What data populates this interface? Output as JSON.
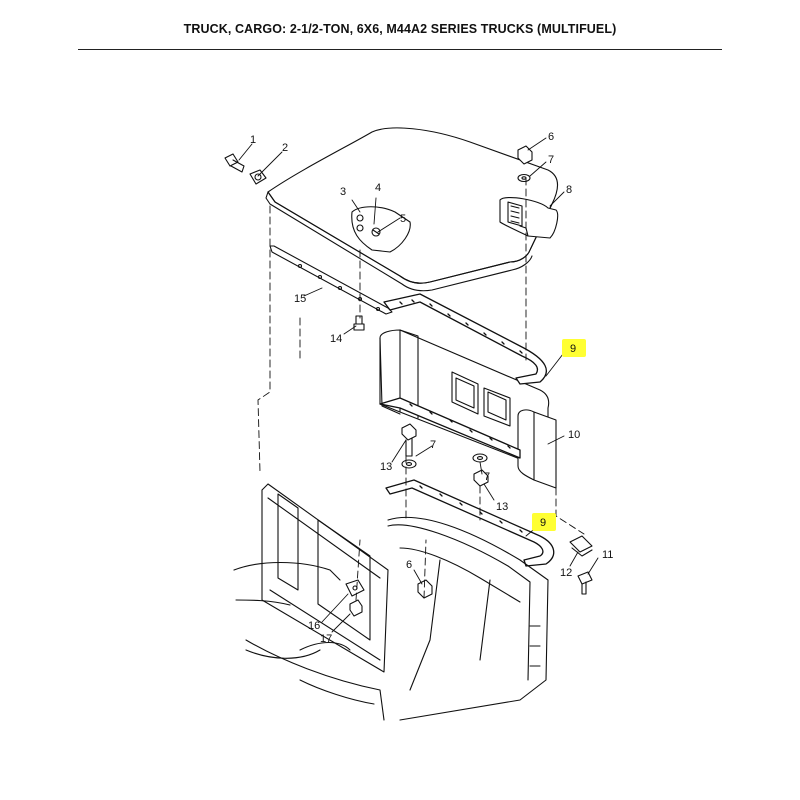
{
  "header": {
    "title": "TRUCK, CARGO: 2-1/2-TON, 6X6, M44A2 SERIES TRUCKS (MULTIFUEL)"
  },
  "highlight_color": "#ffff33",
  "callouts": [
    {
      "id": "c1",
      "label": "1"
    },
    {
      "id": "c2",
      "label": "2"
    },
    {
      "id": "c3",
      "label": "3"
    },
    {
      "id": "c4",
      "label": "4"
    },
    {
      "id": "c5",
      "label": "5"
    },
    {
      "id": "c6a",
      "label": "6"
    },
    {
      "id": "c7a",
      "label": "7"
    },
    {
      "id": "c8",
      "label": "8"
    },
    {
      "id": "c9a",
      "label": "9",
      "highlighted": true
    },
    {
      "id": "c10",
      "label": "10"
    },
    {
      "id": "c7b",
      "label": "7"
    },
    {
      "id": "c7c",
      "label": "7"
    },
    {
      "id": "c13a",
      "label": "13"
    },
    {
      "id": "c13b",
      "label": "13"
    },
    {
      "id": "c9b",
      "label": "9",
      "highlighted": true
    },
    {
      "id": "c11",
      "label": "11"
    },
    {
      "id": "c12",
      "label": "12"
    },
    {
      "id": "c6b",
      "label": "6"
    },
    {
      "id": "c16",
      "label": "16"
    },
    {
      "id": "c17",
      "label": "17"
    },
    {
      "id": "c14",
      "label": "14"
    },
    {
      "id": "c15",
      "label": "15"
    }
  ]
}
